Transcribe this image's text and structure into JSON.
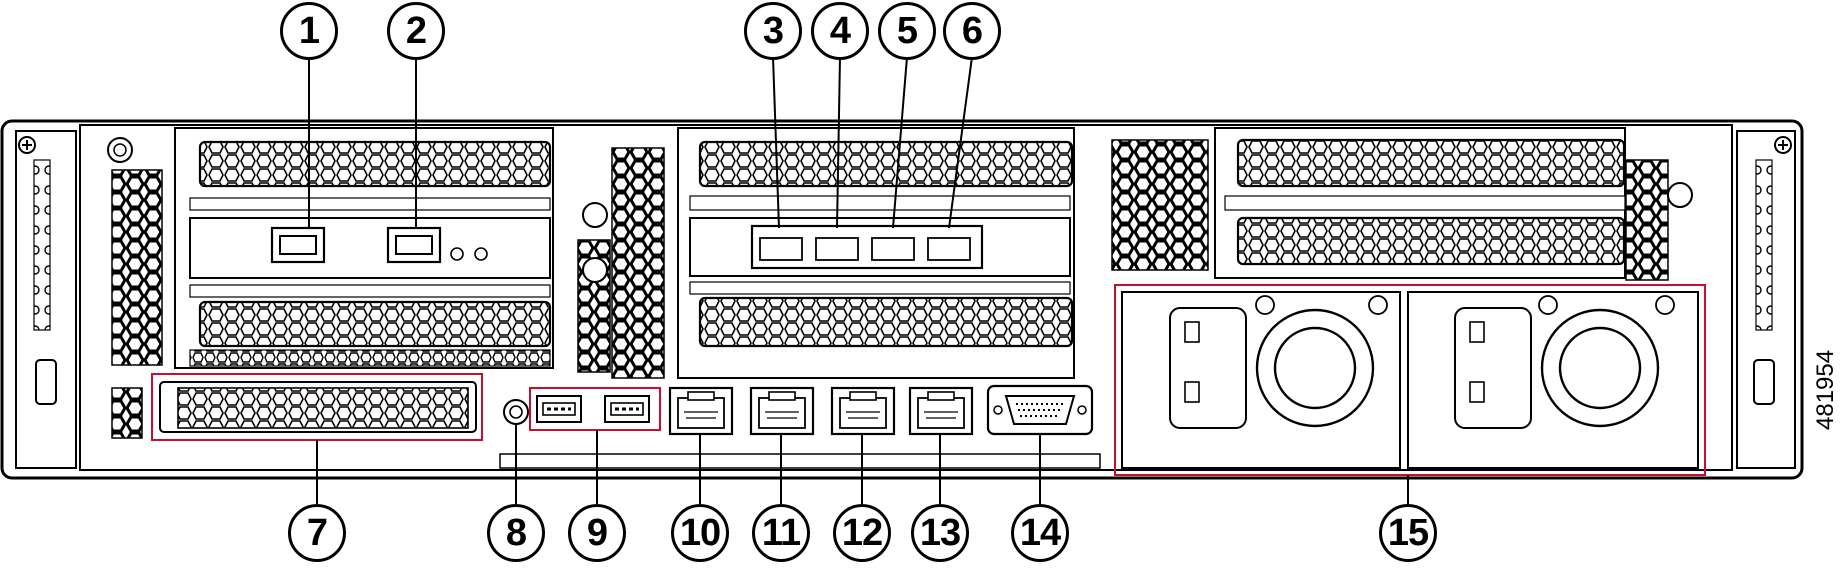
{
  "figure_id": "481954",
  "callouts": [
    "1",
    "2",
    "3",
    "4",
    "5",
    "6",
    "7",
    "8",
    "9",
    "10",
    "11",
    "12",
    "13",
    "14",
    "15"
  ],
  "highlight_color": "#c8102e"
}
